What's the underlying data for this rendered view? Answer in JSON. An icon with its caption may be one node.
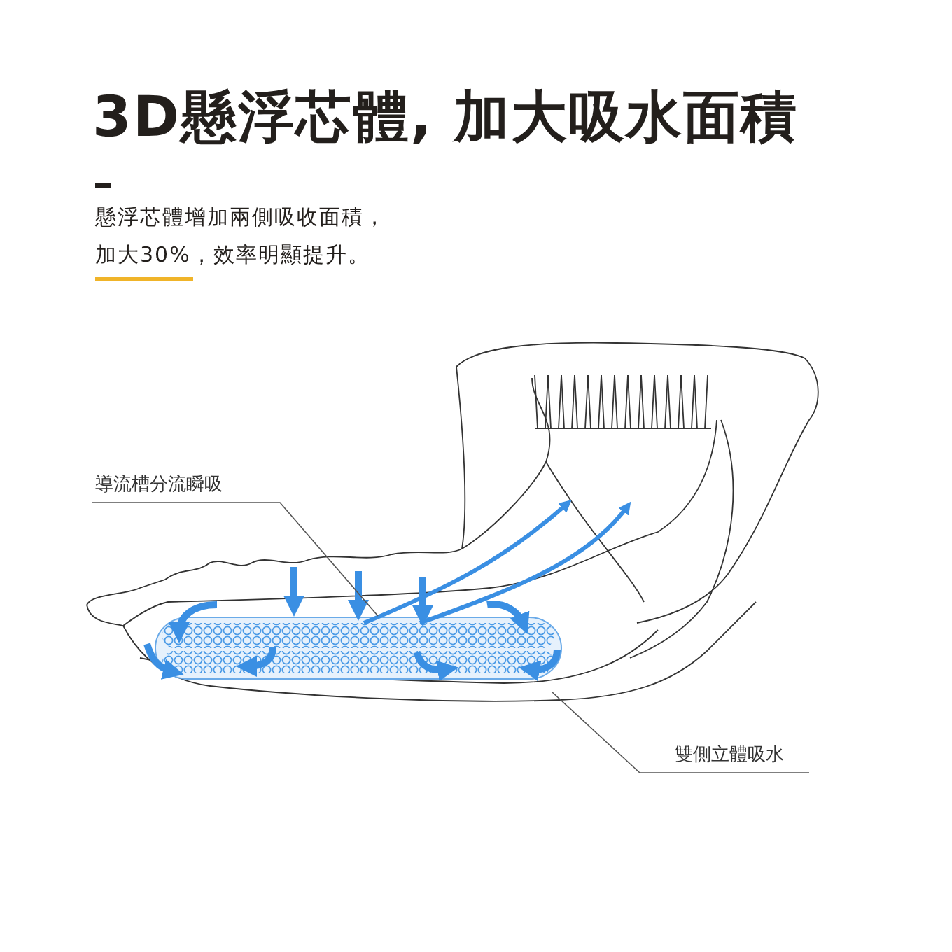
{
  "diagram": {
    "title": "3D懸浮芯體, 加大吸水面積",
    "nodes": [
      {
        "text": [
          "導流槽分流瞬吸"
        ]
      },
      {
        "text": [],
        "shape": "picture"
      },
      {
        "text": [
          "雙側立體吸水"
        ]
      }
    ],
    "edges": [
      {
        "from": 0,
        "to": 1,
        "arrow": "none"
      },
      {
        "from": 2,
        "to": 1,
        "arrow": "none"
      }
    ],
    "labels": [
      "懸浮芯體增加兩側吸收面積，",
      "加大30%，效率明顯提升。"
    ]
  }
}
